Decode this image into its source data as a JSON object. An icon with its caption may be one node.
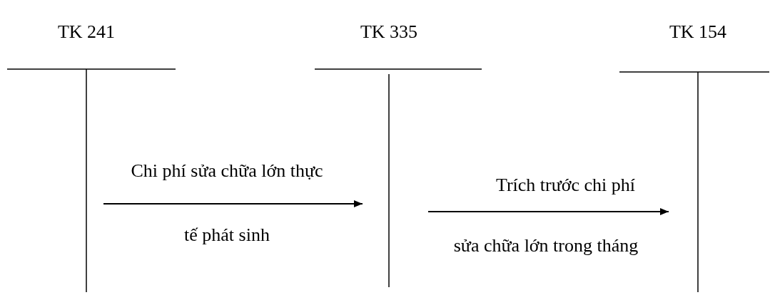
{
  "diagram": {
    "nodes": [
      {
        "text": [
          "TK 241"
        ]
      },
      {
        "text": [
          "TK 335"
        ]
      },
      {
        "text": [
          "TK 154"
        ]
      }
    ],
    "edges": [
      {
        "from": 0,
        "to": 1,
        "arrow": "to",
        "label": "Chi phí sửa chữa lớn thực tế phát sinh"
      },
      {
        "from": 1,
        "to": 2,
        "arrow": "to",
        "label": "Trích trước chi phí sửa chữa lớn trong tháng"
      }
    ]
  }
}
